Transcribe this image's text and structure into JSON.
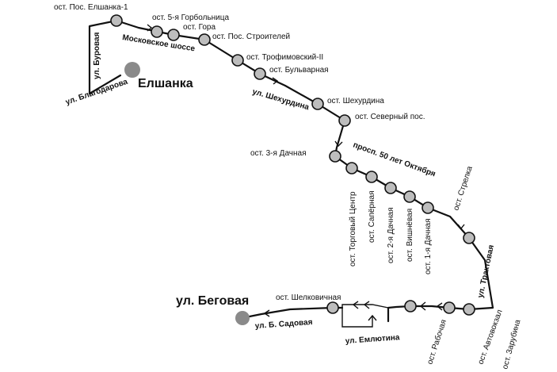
{
  "terminals": {
    "north": "Елшанка",
    "south": "ул. Беговая"
  },
  "streets": {
    "burovaya": "ул. Буровая",
    "blagodarova": "ул. Благодарова",
    "moskovskoe": "Московское шоссе",
    "shekhurdina": "ул. Шехурдина",
    "prosp50": "просп. 50 лет Октября",
    "traktovaya": "ул. Трактовая",
    "emlyutina": "ул. Емлютина",
    "bsadovaya": "ул. Б. Садовая"
  },
  "stops": {
    "s01": "ост. Пос. Елшанка-1",
    "s02": "ост. 5-я Горбольница",
    "s03": "ост. Гора",
    "s04": "ост. Пос. Строителей",
    "s05": "ост. Трофимовский-II",
    "s06": "ост. Бульварная",
    "s07": "ост. Шехурдина",
    "s08": "ост. Северный пос.",
    "s09": "ост. 3-я Дачная",
    "s10": "ост. Торговый Центр",
    "s11": "ост. Сапёрная",
    "s12": "ост. 2-я Дачная",
    "s13": "ост. Вишнёвая",
    "s14": "ост. 1-я Дачная",
    "s15": "ост. Стрелка",
    "s16": "ост. Зарубина",
    "s17": "ост. Автовокзал",
    "s18": "ост. Рабочая",
    "s19": "ост. Шелковичная"
  }
}
